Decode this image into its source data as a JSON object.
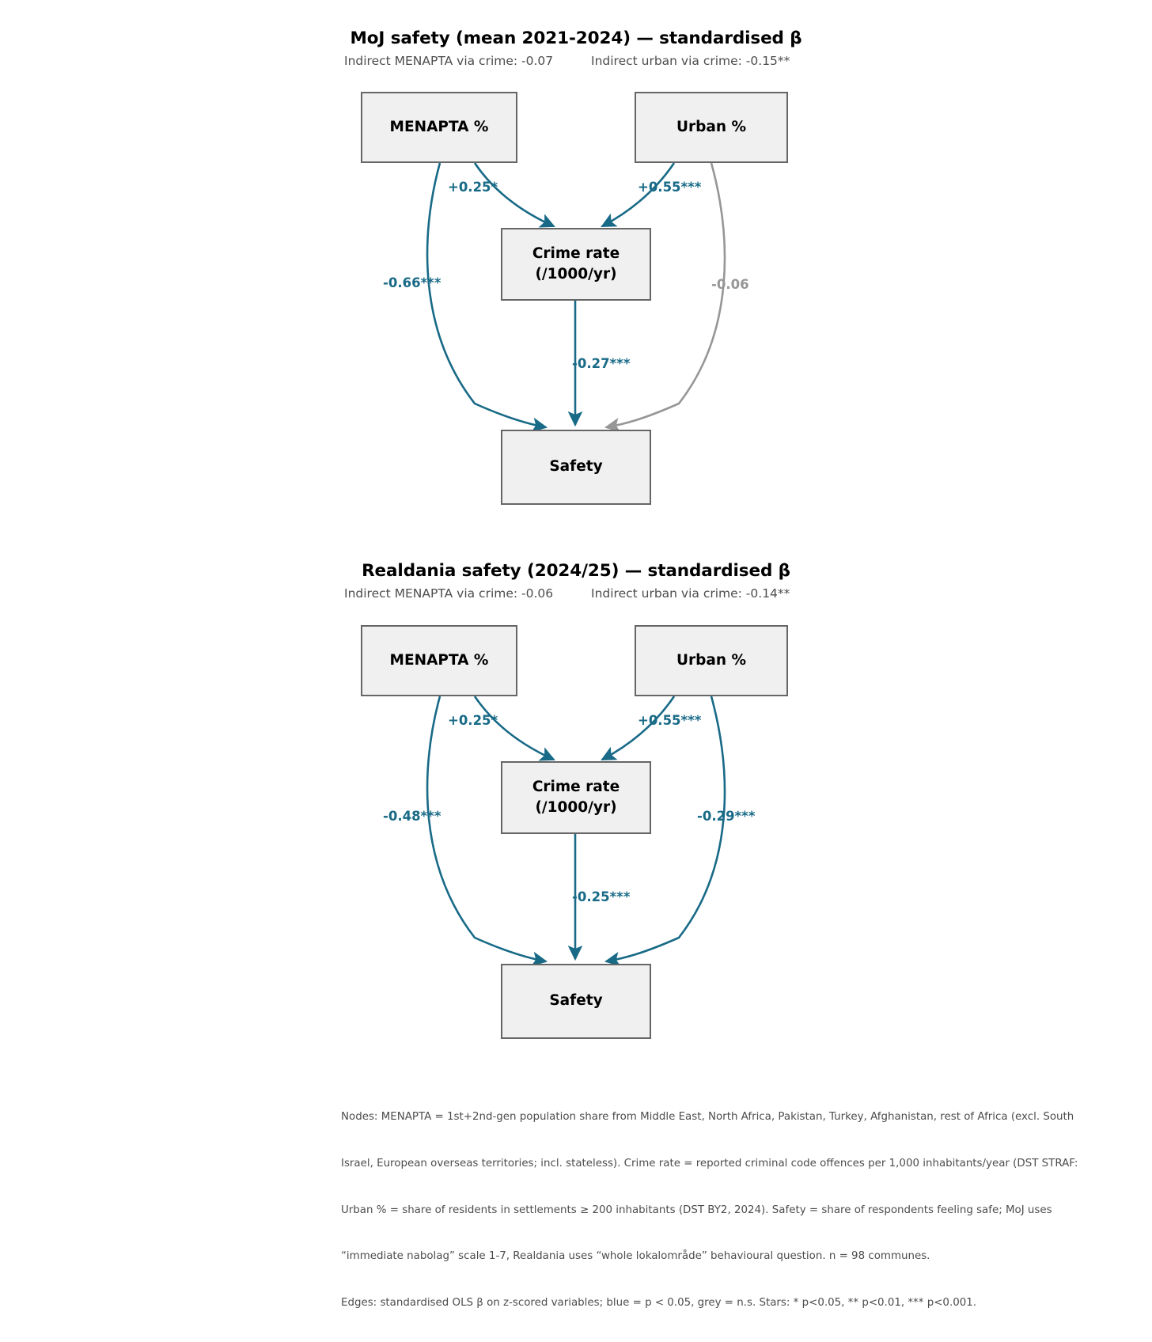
{
  "figure": {
    "background": "#ffffff",
    "teal_color": "#186a87",
    "grey_color": "#969696",
    "node_fill": "#f0f0f0",
    "node_border": "#666666"
  },
  "panels": [
    {
      "id": "moj",
      "title": "MoJ safety (mean 2021-2024) — standardised β",
      "subtitle_left": "Indirect MENAPTA via crime: -0.07",
      "subtitle_right": "Indirect urban via crime: -0.15**",
      "nodes": {
        "menapta": "MENAPTA %",
        "urban": "Urban %",
        "crime_line1": "Crime rate",
        "crime_line2": "(/1000/yr)",
        "safety": "Safety"
      },
      "edges": [
        {
          "name": "menapta-to-crime",
          "label": "+0.25*",
          "color": "teal",
          "from": "menapta",
          "to": "crime",
          "beta": 0.25,
          "stars": "*"
        },
        {
          "name": "urban-to-crime",
          "label": "+0.55***",
          "color": "teal",
          "from": "urban",
          "to": "crime",
          "beta": 0.55,
          "stars": "***"
        },
        {
          "name": "menapta-to-safety",
          "label": "-0.66***",
          "color": "teal",
          "from": "menapta",
          "to": "safety",
          "beta": -0.66,
          "stars": "***"
        },
        {
          "name": "urban-to-safety",
          "label": "-0.06",
          "color": "grey",
          "from": "urban",
          "to": "safety",
          "beta": -0.06,
          "stars": ""
        },
        {
          "name": "crime-to-safety",
          "label": "-0.27***",
          "color": "teal",
          "from": "crime",
          "to": "safety",
          "beta": -0.27,
          "stars": "***"
        }
      ]
    },
    {
      "id": "realdania",
      "title": "Realdania safety (2024/25) — standardised β",
      "subtitle_left": "Indirect MENAPTA via crime: -0.06",
      "subtitle_right": "Indirect urban via crime: -0.14**",
      "nodes": {
        "menapta": "MENAPTA %",
        "urban": "Urban %",
        "crime_line1": "Crime rate",
        "crime_line2": "(/1000/yr)",
        "safety": "Safety"
      },
      "edges": [
        {
          "name": "menapta-to-crime",
          "label": "+0.25*",
          "color": "teal",
          "from": "menapta",
          "to": "crime",
          "beta": 0.25,
          "stars": "*"
        },
        {
          "name": "urban-to-crime",
          "label": "+0.55***",
          "color": "teal",
          "from": "urban",
          "to": "crime",
          "beta": 0.55,
          "stars": "***"
        },
        {
          "name": "menapta-to-safety",
          "label": "-0.48***",
          "color": "teal",
          "from": "menapta",
          "to": "safety",
          "beta": -0.48,
          "stars": "***"
        },
        {
          "name": "urban-to-safety",
          "label": "-0.29***",
          "color": "teal",
          "from": "urban",
          "to": "safety",
          "beta": -0.29,
          "stars": "***"
        },
        {
          "name": "crime-to-safety",
          "label": "-0.25***",
          "color": "teal",
          "from": "crime",
          "to": "safety",
          "beta": -0.25,
          "stars": "***"
        }
      ]
    }
  ],
  "footnote": {
    "line1": "Nodes: MENAPTA = 1st+2nd-gen population share from Middle East, North Africa, Pakistan, Turkey, Afghanistan, rest of Africa (excl. South",
    "line2": "Israel, European overseas territories; incl. stateless). Crime rate = reported criminal code offences per 1,000 inhabitants/year (DST STRAF:",
    "line3": "Urban % = share of residents in settlements ≥ 200 inhabitants (DST BY2, 2024). Safety = share of respondents feeling safe; MoJ uses",
    "line4": "“immediate nabolag” scale 1-7, Realdania uses “whole lokalområde” behavioural question. n = 98 communes.",
    "line5": "Edges: standardised OLS β on z-scored variables; blue = p < 0.05, grey = n.s. Stars: * p<0.05, ** p<0.01, *** p<0.001."
  }
}
